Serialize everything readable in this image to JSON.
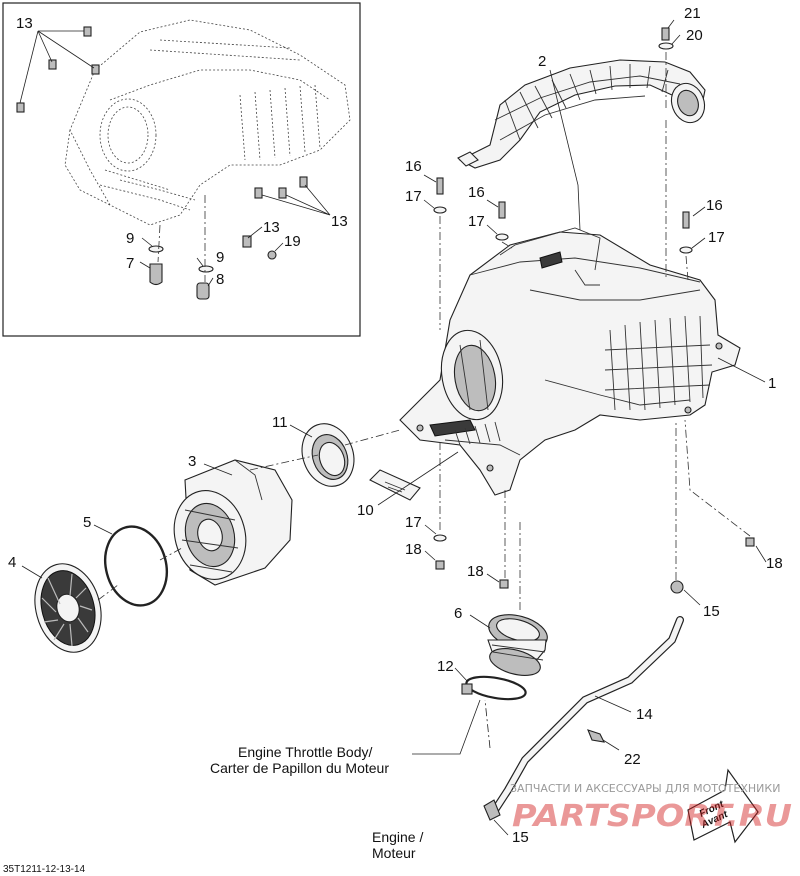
{
  "callouts": {
    "c13a": "13",
    "c13b": "13",
    "c13c": "13",
    "c9a": "9",
    "c9b": "9",
    "c7": "7",
    "c8": "8",
    "c19": "19",
    "c21": "21",
    "c20": "20",
    "c2": "2",
    "c16a": "16",
    "c17a": "17",
    "c16b": "16",
    "c17b": "17",
    "c16c": "16",
    "c17c": "17",
    "c1": "1",
    "c11": "11",
    "c3": "3",
    "c5": "5",
    "c4": "4",
    "c10": "10",
    "c17d": "17",
    "c18a": "18",
    "c18b": "18",
    "c18c": "18",
    "c6": "6",
    "c15a": "15",
    "c12": "12",
    "c14": "14",
    "c22": "22",
    "c15b": "15"
  },
  "labels": {
    "throttle_line1": "Engine Throttle Body/",
    "throttle_line2": "Carter de Papillon du Moteur",
    "engine_line1": "Engine /",
    "engine_line2": "Moteur",
    "front_line1": "Front",
    "front_line2": "Avant"
  },
  "footer": {
    "code": "35T1211-12-13-14"
  },
  "watermark": {
    "line": "ЗАПЧАСТИ И АКСЕССУАРЫ ДЛЯ МОТОТЕХНИКИ",
    "brand": "PARTSPORT.RU"
  },
  "colors": {
    "line": "#222222",
    "fill_light": "#f4f4f4",
    "fill_dark": "#3a3a3a",
    "watermark_brand": "#d21d1d"
  }
}
